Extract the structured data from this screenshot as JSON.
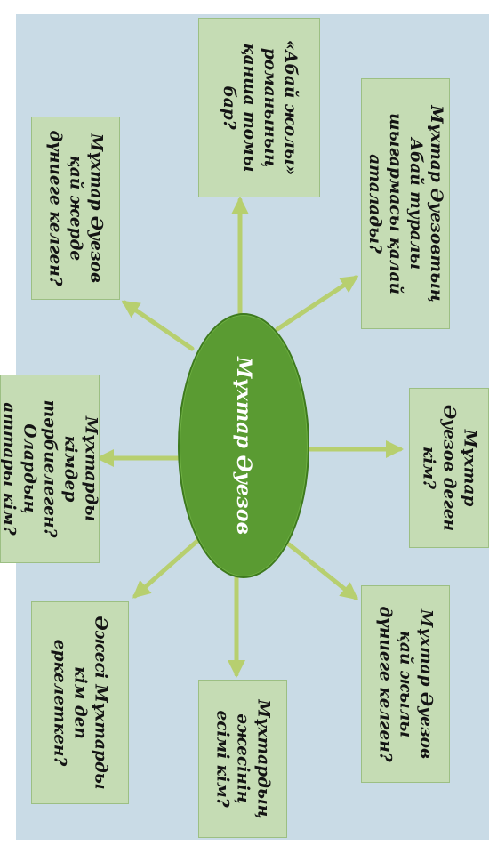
{
  "center": {
    "title": "Мұхтар Әуезов"
  },
  "questions": {
    "q_roman": "«Абай жолы» романының қанша томы бар?",
    "q_abai_works": "Мұхтар Әуезовтың Абай туралы шығармасы қалай аталады?",
    "q_where_born": "Мұхтар Әуезов қай жерде дүниеге келген?",
    "q_who": "Мұхтар Әуезов деген кім?",
    "q_raised": "Мұхтарды кімдер тәрбиелеген? Олардың аттары кім?",
    "q_year_born": "Мұхтар Әуезов қай жылы дүниеге келген?",
    "q_grandmother": "Әжесі Мұхтарды кім деп еркелеткен?",
    "q_mother": "Мұхтардың әжесінің есімі кім?"
  },
  "colors": {
    "background_panel": "#c9dbe6",
    "box_fill": "#c5dcb4",
    "center_fill": "#5a9b32",
    "arrow": "#b7cf6f"
  }
}
